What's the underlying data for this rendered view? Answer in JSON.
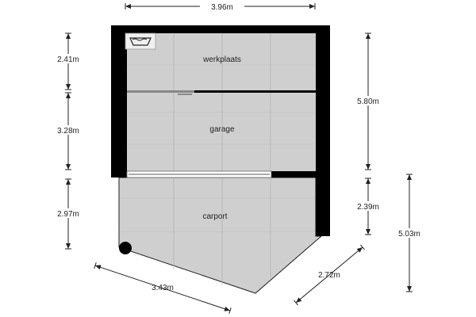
{
  "rooms": {
    "werkplaats": "werkplaats",
    "garage": "garage",
    "carport": "carport"
  },
  "dimensions": {
    "total_width": "3.96m",
    "werkplaats_depth": "2.41m",
    "garage_depth": "3.28m",
    "carport_depth_left": "2.97m",
    "building_depth": "5.80m",
    "carport_depth_right": "2.39m",
    "carport_total_right": "5.03m",
    "diagonal_left": "3.43m",
    "diagonal_right": "2.72m"
  },
  "icons": {
    "laundry": "laundry-icon"
  },
  "colors": {
    "wall": "#000000",
    "floor": "#cfcfcf",
    "door": "#ffffff"
  }
}
